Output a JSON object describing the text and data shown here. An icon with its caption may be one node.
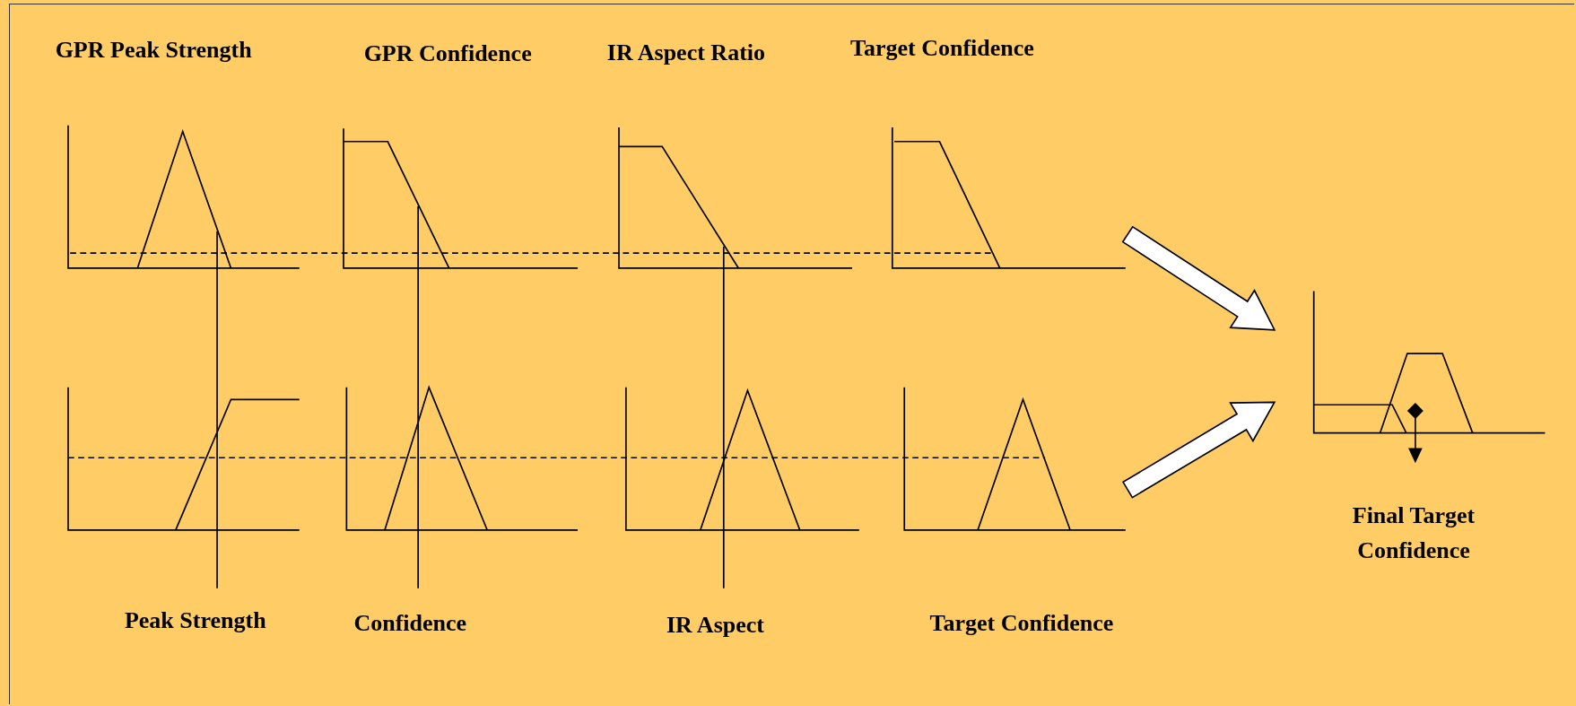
{
  "diagram": {
    "nodes": [
      {
        "text": [],
        "shape": "picture"
      },
      {
        "text": [],
        "shape": "picture"
      },
      {
        "text": [
          "Final Target Confidence"
        ]
      }
    ],
    "edges": [
      {
        "from": 0,
        "to": 2,
        "arrow": "to"
      },
      {
        "from": 1,
        "to": 2,
        "arrow": "to"
      }
    ],
    "labels": [
      "GPR Peak Strength",
      "GPR Confidence",
      "IR Aspect Ratio",
      "Target Confidence",
      "Peak Strength",
      "Confidence",
      "IR Aspect",
      "Target Confidence"
    ]
  }
}
